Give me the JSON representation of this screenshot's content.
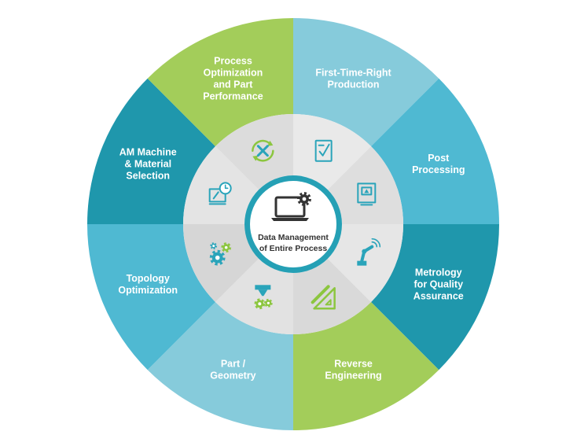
{
  "colors": {
    "green": "#a3cd5a",
    "light_blue": "#86cbdb",
    "mid_blue": "#4fb9d2",
    "dark_teal": "#1f97ac",
    "inner_ring": "#e7e7e7",
    "center_ring": "#25a0b5",
    "icon": "#2aa4ba",
    "icon_green": "#8cc63f"
  },
  "center": {
    "line1": "Data Management",
    "line2": "of Entire Process",
    "icon": "laptop-gear-icon"
  },
  "segments": [
    {
      "id": "first-time-right",
      "lines": [
        "First-Time-Right",
        "Production"
      ],
      "color": "light_blue",
      "icon": "checklist-icon"
    },
    {
      "id": "post-processing",
      "lines": [
        "Post",
        "Processing"
      ],
      "color": "mid_blue",
      "icon": "oven-icon"
    },
    {
      "id": "metrology",
      "lines": [
        "Metrology",
        "for Quality",
        "Assurance"
      ],
      "color": "dark_teal",
      "icon": "robot-arm-icon"
    },
    {
      "id": "reverse-engineering",
      "lines": [
        "Reverse",
        "Engineering"
      ],
      "color": "green",
      "icon": "ruler-triangle-icon"
    },
    {
      "id": "part-geometry",
      "lines": [
        "Part /",
        "Geometry"
      ],
      "color": "light_blue",
      "icon": "nozzle-gear-icon"
    },
    {
      "id": "topology-optimization",
      "lines": [
        "Topology",
        "Optimization"
      ],
      "color": "mid_blue",
      "icon": "gears-icon"
    },
    {
      "id": "am-machine",
      "lines": [
        "AM Machine",
        "& Material",
        "Selection"
      ],
      "color": "dark_teal",
      "icon": "machine-clock-icon"
    },
    {
      "id": "process-optimization",
      "lines": [
        "Process",
        "Optimization",
        "and Part",
        "Performance"
      ],
      "color": "green",
      "icon": "wrench-cycle-icon"
    }
  ]
}
